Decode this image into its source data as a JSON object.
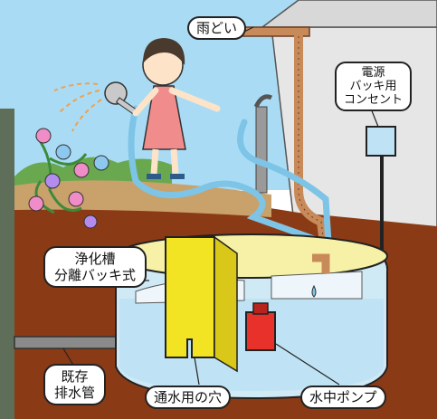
{
  "labels": {
    "rain_gutter": "雨どい",
    "power_outlet": [
      "電源",
      "バッキ用",
      "コンセント"
    ],
    "septic_tank": [
      "浄化槽",
      "分離バッキ式"
    ],
    "existing_drain": [
      "既存",
      "排水管"
    ],
    "water_hole": "通水用の穴",
    "submersible_pump": "水中ポンプ"
  },
  "colors": {
    "sky": "#a9dcf4",
    "ground": "#8b3a16",
    "tank_lid": "#f7f1a8",
    "tank_body": "#cfe9f5",
    "water": "#bfe3f4",
    "partition": "#f2e422",
    "pump": "#e8312a",
    "hose": "#7ec4e6",
    "pipe": "#c98a5a",
    "cable": "#222222",
    "dress": "#f08c8c"
  }
}
